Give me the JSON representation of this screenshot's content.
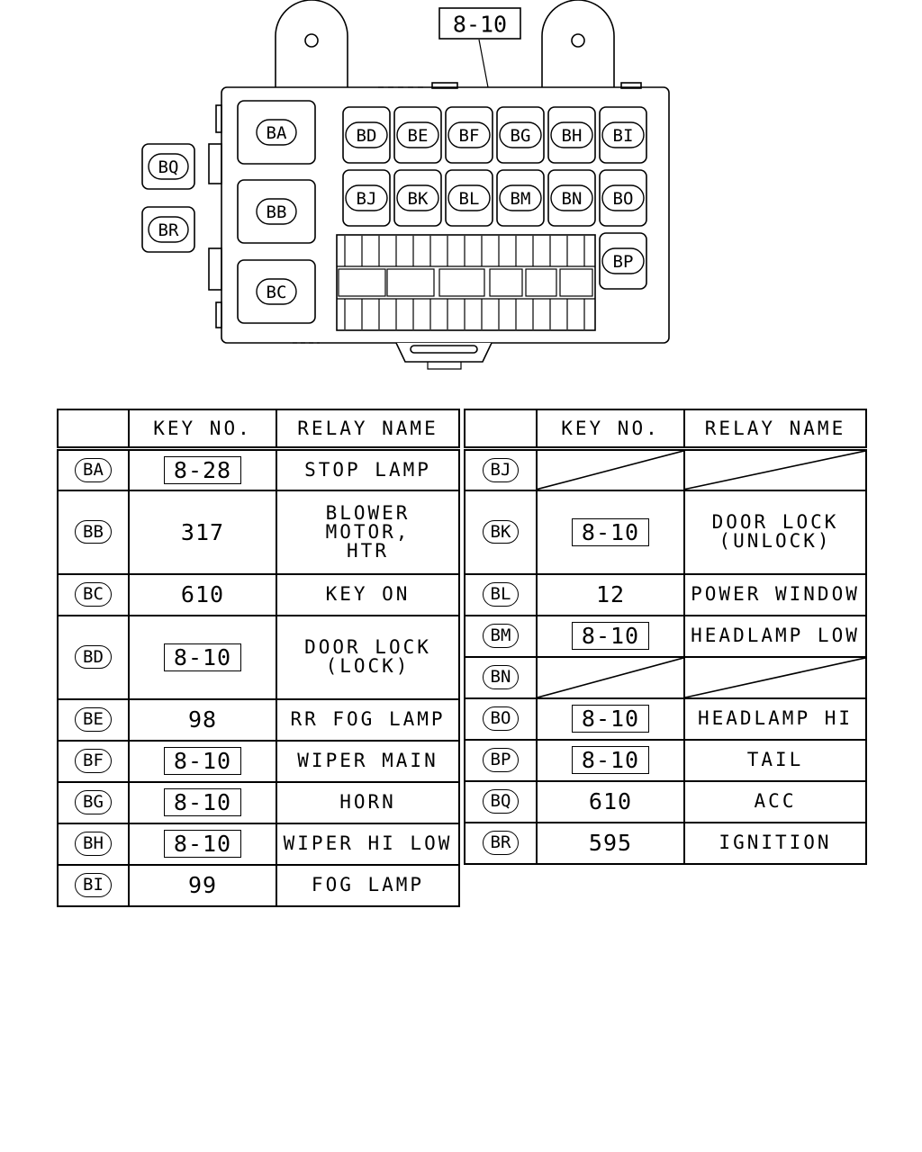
{
  "diagram": {
    "key_ref": "8-10",
    "left_slots": [
      "BQ",
      "BR"
    ],
    "large_relays": [
      "BA",
      "BB",
      "BC"
    ],
    "row1": [
      "BD",
      "BE",
      "BF",
      "BG",
      "BH",
      "BI"
    ],
    "row2": [
      "BJ",
      "BK",
      "BL",
      "BM",
      "BN",
      "BO"
    ],
    "side_slot": "BP"
  },
  "table": {
    "col_key": "KEY NO.",
    "col_name": "RELAY NAME",
    "left": [
      {
        "code": "BA",
        "key": "8-28",
        "boxed": true,
        "name": "STOP LAMP"
      },
      {
        "code": "BB",
        "key": "317",
        "boxed": false,
        "name": "BLOWER MOTOR,\nHTR"
      },
      {
        "code": "BC",
        "key": "610",
        "boxed": false,
        "name": "KEY ON"
      },
      {
        "code": "BD",
        "key": "8-10",
        "boxed": true,
        "name": "DOOR LOCK\n(LOCK)"
      },
      {
        "code": "BE",
        "key": "98",
        "boxed": false,
        "name": "RR FOG LAMP"
      },
      {
        "code": "BF",
        "key": "8-10",
        "boxed": true,
        "name": "WIPER MAIN"
      },
      {
        "code": "BG",
        "key": "8-10",
        "boxed": true,
        "name": "HORN"
      },
      {
        "code": "BH",
        "key": "8-10",
        "boxed": true,
        "name": "WIPER HI LOW"
      },
      {
        "code": "BI",
        "key": "99",
        "boxed": false,
        "name": "FOG LAMP"
      }
    ],
    "right": [
      {
        "code": "BJ",
        "key": "",
        "boxed": false,
        "name": ""
      },
      {
        "code": "BK",
        "key": "8-10",
        "boxed": true,
        "name": "DOOR LOCK\n(UNLOCK)"
      },
      {
        "code": "BL",
        "key": "12",
        "boxed": false,
        "name": "POWER WINDOW"
      },
      {
        "code": "BM",
        "key": "8-10",
        "boxed": true,
        "name": "HEADLAMP LOW"
      },
      {
        "code": "BN",
        "key": "",
        "boxed": false,
        "name": ""
      },
      {
        "code": "BO",
        "key": "8-10",
        "boxed": true,
        "name": "HEADLAMP HI"
      },
      {
        "code": "BP",
        "key": "8-10",
        "boxed": true,
        "name": "TAIL"
      },
      {
        "code": "BQ",
        "key": "610",
        "boxed": false,
        "name": "ACC"
      },
      {
        "code": "BR",
        "key": "595",
        "boxed": false,
        "name": "IGNITION"
      }
    ]
  }
}
